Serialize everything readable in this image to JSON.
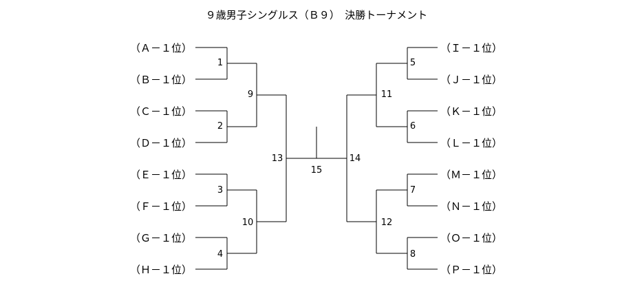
{
  "title": "９歳男子シングルス（Ｂ９）　決勝トーナメント",
  "left_entries": [
    "（Ａ－１位）",
    "（Ｂ－１位）",
    "（Ｃ－１位）",
    "（Ｄ－１位）",
    "（Ｅ－１位）",
    "（Ｆ－１位）",
    "（Ｇ－１位）",
    "（Ｈ－１位）"
  ],
  "right_entries": [
    "（Ｉ－１位）",
    "（Ｊ－１位）",
    "（Ｋ－１位）",
    "（Ｌ－１位）",
    "（Ｍ－１位）",
    "（Ｎ－１位）",
    "（Ｏ－１位）",
    "（Ｐ－１位）"
  ],
  "match_numbers": {
    "m1": "1",
    "m2": "2",
    "m3": "3",
    "m4": "4",
    "m5": "5",
    "m6": "6",
    "m7": "7",
    "m8": "8",
    "m9": "9",
    "m10": "10",
    "m11": "11",
    "m12": "12",
    "m13": "13",
    "m14": "14",
    "m15": "15"
  }
}
